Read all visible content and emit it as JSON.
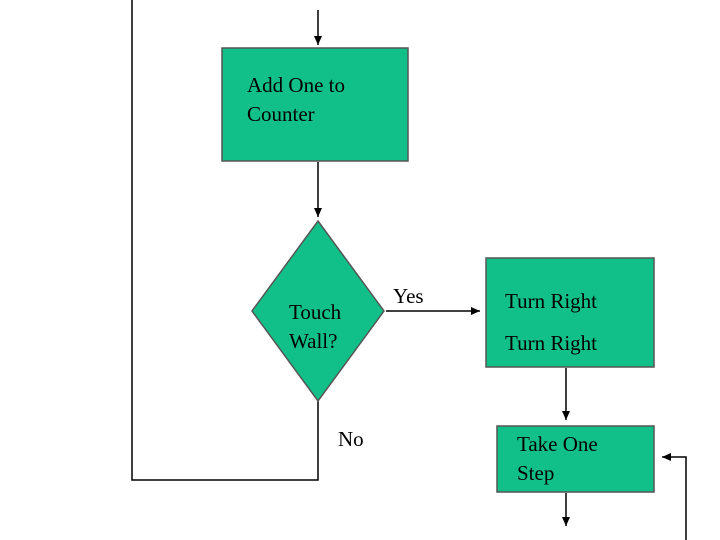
{
  "colors": {
    "fill": "#10c088",
    "stroke": "#000000",
    "border": "#555555"
  },
  "nodes": {
    "add_one": {
      "line1": "Add One to",
      "line2": "Counter"
    },
    "touch_wall": {
      "line1": "Touch",
      "line2": "Wall?"
    },
    "turn_right": {
      "line1": "Turn Right",
      "line2": "Turn Right"
    },
    "take_step": {
      "line1": "Take One",
      "line2": "Step"
    }
  },
  "edges": {
    "yes": "Yes",
    "no": "No"
  }
}
